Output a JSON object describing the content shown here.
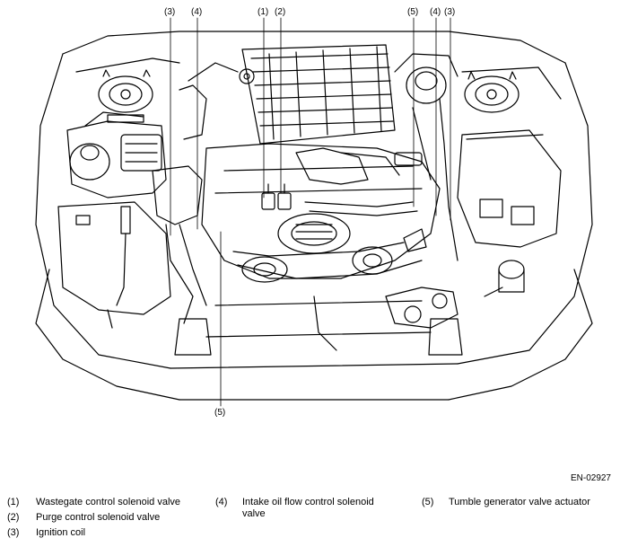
{
  "callouts": {
    "c1": "(1)",
    "c2": "(2)",
    "c3_left": "(3)",
    "c4_left": "(4)",
    "c5_right": "(5)",
    "c4_right": "(4)",
    "c3_right": "(3)",
    "c5_bottom": "(5)"
  },
  "figure_code": "EN-02927",
  "legend": [
    {
      "num": "(1)",
      "text": "Wastegate control solenoid valve"
    },
    {
      "num": "(2)",
      "text": "Purge control solenoid valve"
    },
    {
      "num": "(3)",
      "text": "Ignition coil"
    },
    {
      "num": "(4)",
      "text": "Intake oil flow control solenoid valve"
    },
    {
      "num": "(5)",
      "text": "Tumble generator valve actuator"
    }
  ]
}
